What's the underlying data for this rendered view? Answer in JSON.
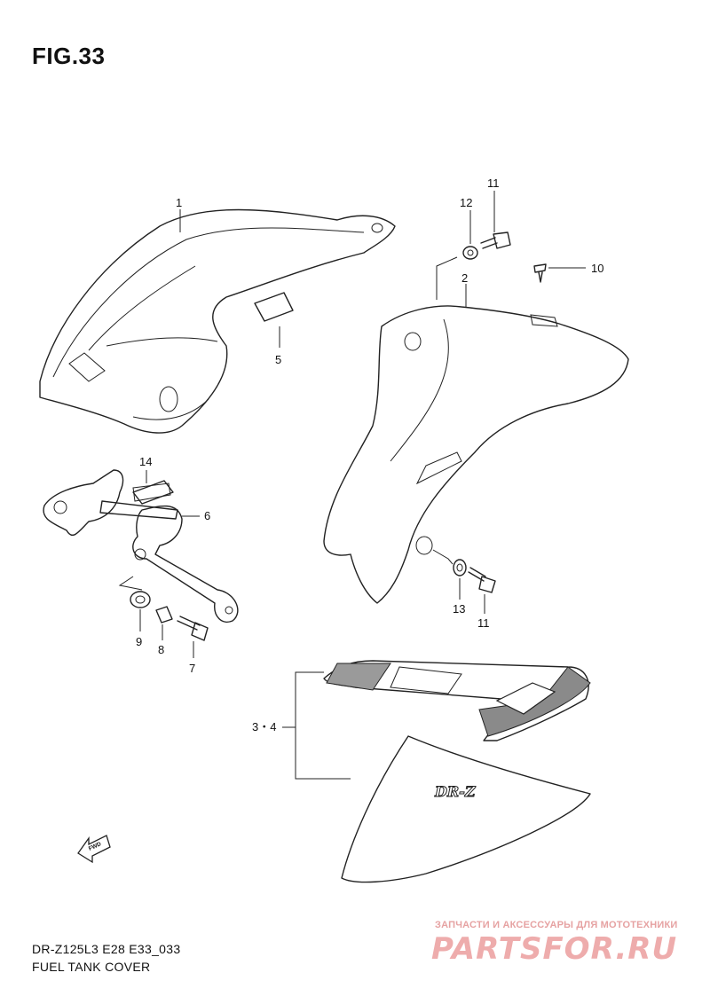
{
  "figure_title": "FIG.33",
  "footer": {
    "model_code": "DR-Z125L3 E28 E33_033",
    "section_name": "FUEL TANK COVER"
  },
  "watermark": {
    "tagline": "ЗАПЧАСТИ И АКСЕССУАРЫ ДЛЯ МОТОТЕХНИКИ",
    "brand": "PARTSFOR.RU"
  },
  "callouts": {
    "c1": "1",
    "c2": "2",
    "c34": "3・4",
    "c5": "5",
    "c6": "6",
    "c7": "7",
    "c8": "8",
    "c9": "9",
    "c10": "10",
    "c11_top": "11",
    "c11_bottom": "11",
    "c12": "12",
    "c13": "13",
    "c14": "14"
  },
  "decal_text": "DR-Z",
  "fwd_label": "FWD"
}
